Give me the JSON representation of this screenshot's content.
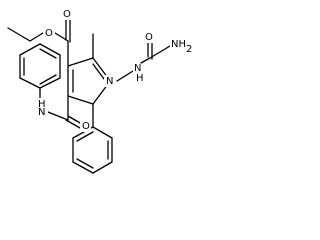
{
  "molecule": {
    "atom_labels": {
      "carbonyl_oxygen_ester": "O",
      "ester_oxygen": "O",
      "ring_nitrogen": "N",
      "hydrazine_nh_left": "N",
      "hydrazine_nh_left_h": "H",
      "urea_oxygen": "O",
      "urea_amine": "NH",
      "urea_amine_sub": "2",
      "amide_nitrogen": "N",
      "amide_nitrogen_h": "H",
      "amide_oxygen": "O"
    },
    "colors": {
      "bond": "#000000",
      "label": "#000000",
      "background": "#ffffff"
    }
  }
}
